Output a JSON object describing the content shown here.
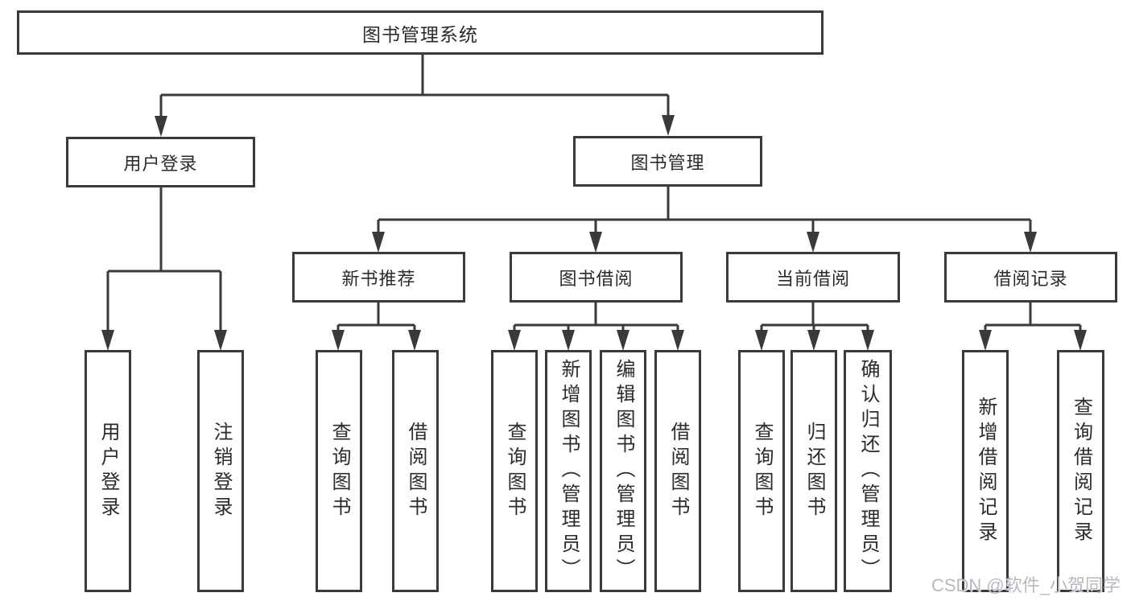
{
  "diagram_title": "图书管理系统",
  "colors": {
    "line": "#3a3a3a",
    "text": "#2b2b2b",
    "box_bg": "#ffffff",
    "watermark": "#b5bac1"
  },
  "tree": {
    "label": "图书管理系统",
    "children": [
      {
        "label": "用户登录",
        "children": [
          {
            "label": "用户登录"
          },
          {
            "label": "注销登录"
          }
        ]
      },
      {
        "label": "图书管理",
        "children": [
          {
            "label": "新书推荐",
            "children": [
              {
                "label": "查询图书"
              },
              {
                "label": "借阅图书"
              }
            ]
          },
          {
            "label": "图书借阅",
            "children": [
              {
                "label": "查询图书"
              },
              {
                "label": "新增图书（管理员）"
              },
              {
                "label": "编辑图书（管理员）"
              },
              {
                "label": "借阅图书"
              }
            ]
          },
          {
            "label": "当前借阅",
            "children": [
              {
                "label": "查询图书"
              },
              {
                "label": "归还图书"
              },
              {
                "label": "确认归还（管理员）"
              }
            ]
          },
          {
            "label": "借阅记录",
            "children": [
              {
                "label": "新增借阅记录"
              },
              {
                "label": "查询借阅记录"
              }
            ]
          }
        ]
      }
    ]
  },
  "watermark": {
    "text": "CSDN @软件_小贺同学"
  }
}
